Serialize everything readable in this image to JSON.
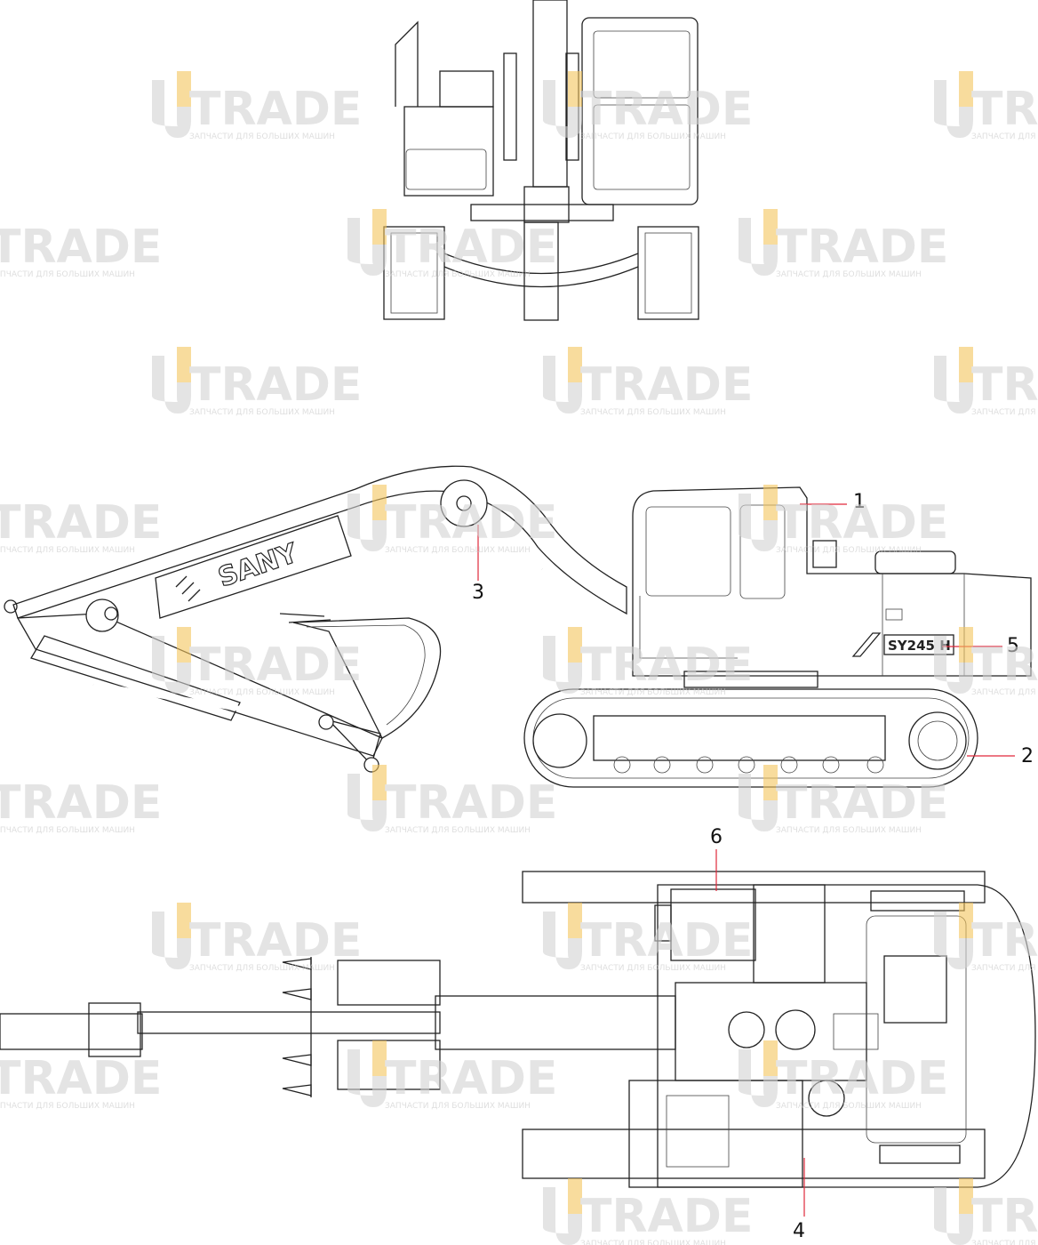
{
  "diagram": {
    "brand_logo": "SANY",
    "model_badge": "SY245 H",
    "callouts": [
      "1",
      "2",
      "3",
      "4",
      "5",
      "6"
    ]
  },
  "watermark": {
    "word": "TRADE",
    "tagline": "ЗАПЧАСТИ ДЛЯ БОЛЬШИХ МАШИН",
    "colors": {
      "accent": "#f4c55c",
      "gray": "#d3d3d3"
    }
  },
  "colors": {
    "line": "#222222",
    "leader": "#e0283a"
  }
}
